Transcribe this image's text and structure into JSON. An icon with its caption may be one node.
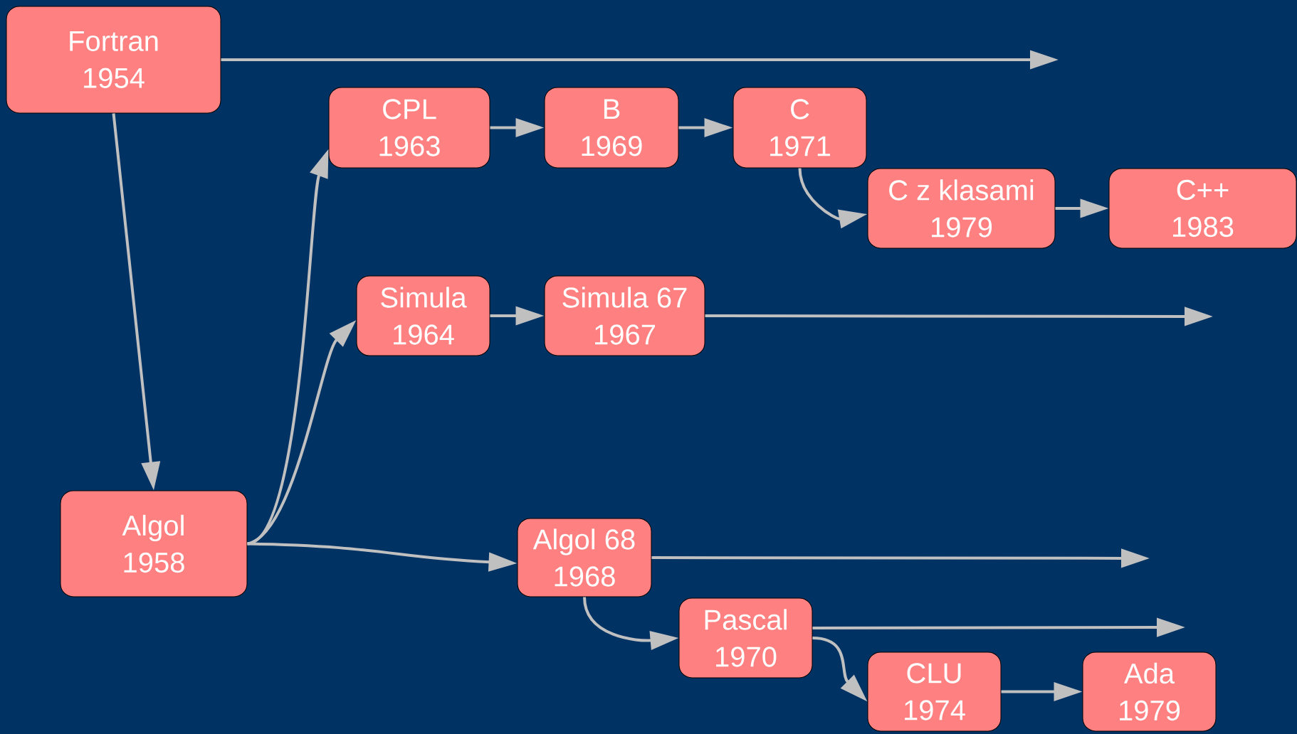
{
  "diagram": {
    "nodes": [
      {
        "text": [
          "Fortran",
          "1954"
        ]
      },
      {
        "text": [
          "CPL",
          "1963"
        ]
      },
      {
        "text": [
          "B",
          "1969"
        ]
      },
      {
        "text": [
          "C",
          "1971"
        ]
      },
      {
        "text": [
          "C z klasami",
          "1979"
        ]
      },
      {
        "text": [
          "C++",
          "1983"
        ]
      },
      {
        "text": [
          "Simula",
          "1964"
        ]
      },
      {
        "text": [
          "Simula 67",
          "1967"
        ]
      },
      {
        "text": [
          "Algol",
          "1958"
        ]
      },
      {
        "text": [
          "Algol 68",
          "1968"
        ]
      },
      {
        "text": [
          "Pascal",
          "1970"
        ]
      },
      {
        "text": [
          "CLU",
          "1974"
        ]
      },
      {
        "text": [
          "Ada",
          "1979"
        ]
      }
    ],
    "edges": [
      {
        "from": 0,
        "to": null,
        "arrow": "to"
      },
      {
        "from": 0,
        "to": 8,
        "arrow": "to"
      },
      {
        "from": 8,
        "to": 1,
        "arrow": "to"
      },
      {
        "from": 8,
        "to": 6,
        "arrow": "to"
      },
      {
        "from": 8,
        "to": 9,
        "arrow": "to"
      },
      {
        "from": 1,
        "to": 2,
        "arrow": "to"
      },
      {
        "from": 2,
        "to": 3,
        "arrow": "to"
      },
      {
        "from": 3,
        "to": 4,
        "arrow": "to"
      },
      {
        "from": 4,
        "to": 5,
        "arrow": "to"
      },
      {
        "from": 6,
        "to": 7,
        "arrow": "to"
      },
      {
        "from": 7,
        "to": null,
        "arrow": "to"
      },
      {
        "from": 9,
        "to": null,
        "arrow": "to"
      },
      {
        "from": 9,
        "to": 10,
        "arrow": "to"
      },
      {
        "from": 10,
        "to": null,
        "arrow": "to"
      },
      {
        "from": 10,
        "to": 11,
        "arrow": "to"
      },
      {
        "from": 11,
        "to": 12,
        "arrow": "to"
      }
    ]
  }
}
